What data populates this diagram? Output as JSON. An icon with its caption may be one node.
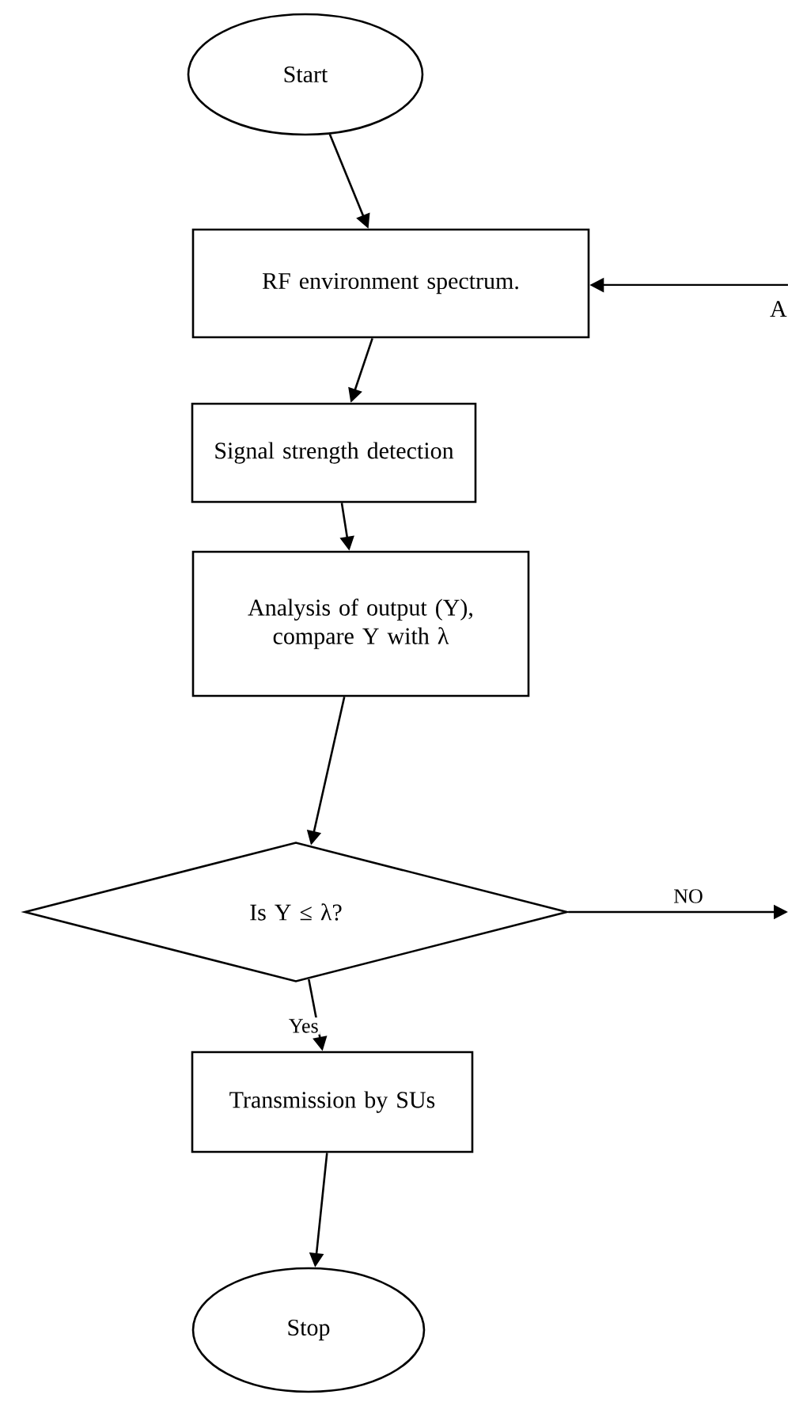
{
  "diagram": {
    "nodes": [
      {
        "text": [
          "Start"
        ]
      },
      {
        "text": [
          "RF environment spectrum."
        ]
      },
      {
        "text": [
          "Signal strength detection"
        ]
      },
      {
        "text": [
          "Analysis of output (Y), compare Y with λ"
        ]
      },
      {
        "text": [
          "Is Y ≤ λ?"
        ]
      },
      {
        "text": [
          "Transmission by SUs"
        ]
      },
      {
        "text": [
          "Stop"
        ]
      }
    ],
    "edges": [
      {
        "from": 0,
        "to": 1,
        "arrow": "to"
      },
      {
        "from": 1,
        "to": 2,
        "arrow": "to"
      },
      {
        "from": 2,
        "to": 3,
        "arrow": "to"
      },
      {
        "from": 3,
        "to": 4,
        "arrow": "to"
      },
      {
        "from": 4,
        "to": 5,
        "arrow": "to",
        "label": "Yes"
      },
      {
        "from": 5,
        "to": 6,
        "arrow": "to"
      },
      {
        "from": 4,
        "to": null,
        "arrow": "to",
        "label": "NO"
      },
      {
        "from": null,
        "to": 1,
        "arrow": "to"
      }
    ],
    "labels": [
      "A"
    ]
  }
}
